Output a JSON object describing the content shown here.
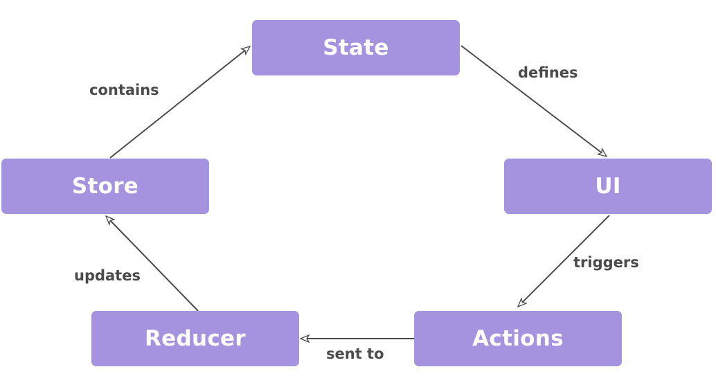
{
  "nodes": {
    "state": "State",
    "ui": "UI",
    "actions": "Actions",
    "reducer": "Reducer",
    "store": "Store"
  },
  "edges": {
    "state_to_ui": "defines",
    "ui_to_actions": "triggers",
    "actions_to_reducer": "sent to",
    "reducer_to_store": "updates",
    "store_to_state": "contains"
  },
  "colors": {
    "node_fill": "#a593e0",
    "node_text": "#ffffff",
    "edge_line": "#4a4a4a",
    "label_text": "#4a4a4a"
  }
}
